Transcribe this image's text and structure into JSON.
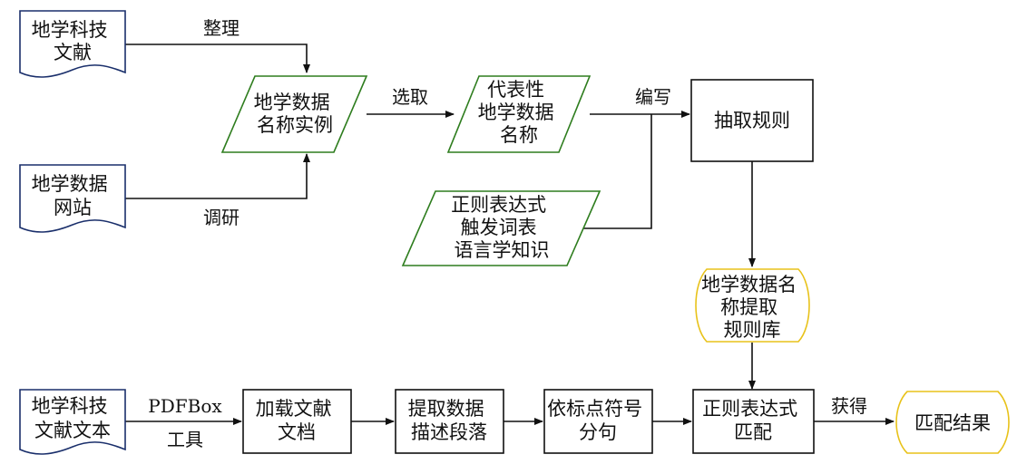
{
  "colors": {
    "document_stroke": "#1a2f6b",
    "data_stroke": "#2e7d1e",
    "storage_stroke": "#e8c21a",
    "process_stroke": "#111111",
    "line": "#111111"
  },
  "nodes": {
    "doc_literature": {
      "lines": [
        "地学科技",
        "文献"
      ]
    },
    "doc_website": {
      "lines": [
        "地学数据",
        "网站"
      ]
    },
    "data_instances": {
      "lines": [
        "地学数据",
        "名称实例"
      ]
    },
    "data_representative": {
      "lines": [
        "代表性",
        "地学数据",
        "名称"
      ]
    },
    "data_knowledge": {
      "lines": [
        "正则表达式",
        "触发词表",
        "语言学知识"
      ]
    },
    "proc_rules": {
      "lines": [
        "抽取规则"
      ]
    },
    "store_rulebase": {
      "lines": [
        "地学数据名",
        "称提取",
        "规则库"
      ]
    },
    "doc_text": {
      "lines": [
        "地学科技",
        "文献文本"
      ]
    },
    "proc_load": {
      "lines": [
        "加载文献",
        "文档"
      ]
    },
    "proc_extract": {
      "lines": [
        "提取数据",
        "描述段落"
      ]
    },
    "proc_split": {
      "lines": [
        "依标点符号",
        "分句"
      ]
    },
    "proc_match": {
      "lines": [
        "正则表达式",
        "匹配"
      ]
    },
    "store_result": {
      "lines": [
        "匹配结果"
      ]
    }
  },
  "edges": {
    "organize": "整理",
    "survey": "调研",
    "select": "选取",
    "compose": "编写",
    "pdfbox_top": "PDFBox",
    "pdfbox_bottom": "工具",
    "obtain": "获得"
  }
}
